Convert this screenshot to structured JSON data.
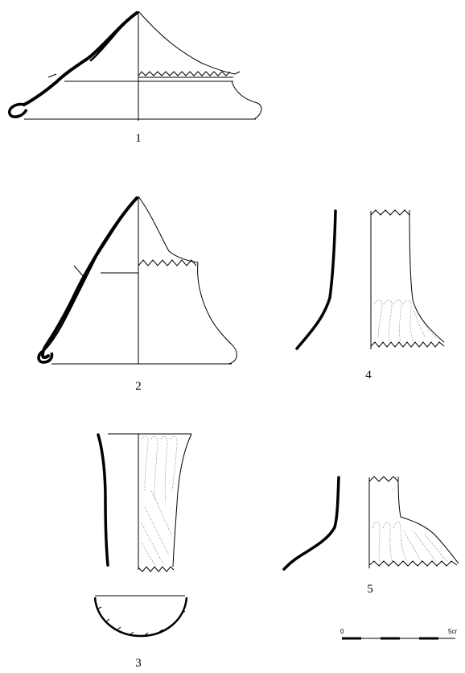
{
  "figures": [
    {
      "id": "fig-1",
      "label": "1"
    },
    {
      "id": "fig-2",
      "label": "2"
    },
    {
      "id": "fig-3",
      "label": "3"
    },
    {
      "id": "fig-4",
      "label": "4"
    },
    {
      "id": "fig-5",
      "label": "5"
    }
  ],
  "scale_bar": {
    "start_label": "0",
    "end_label": "5cr"
  }
}
